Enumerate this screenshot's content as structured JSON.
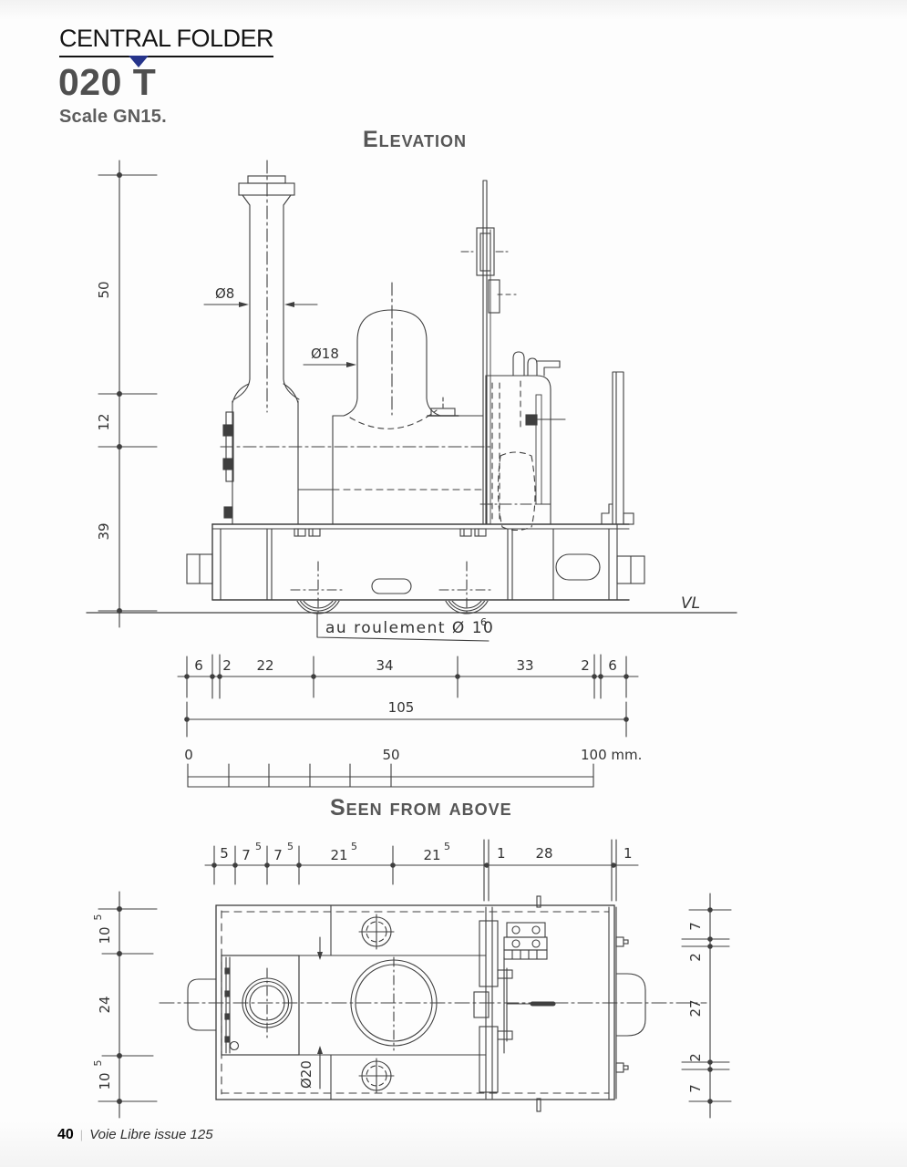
{
  "header": {
    "kicker": "CENTRAL FOLDER",
    "title": "020 T",
    "subtitle": "Scale GN15."
  },
  "colors": {
    "accent_triangle": "#26348b",
    "drawing_ink": "#3f3f3f",
    "title_gray": "#565656"
  },
  "elevation": {
    "title": "Elevation",
    "left_dims": [
      "50",
      "12",
      "39"
    ],
    "chimney_dia_label": "Ø8",
    "dome_dia_label": "Ø18",
    "axle_note": {
      "text": "au roulement Ø 10",
      "sup": "6"
    },
    "rail_mark": "VL",
    "bottom_chain": [
      "6",
      "2",
      "22",
      "34",
      "33",
      "2",
      "6"
    ],
    "overall_length": "105"
  },
  "scale_bar": {
    "zero": "0",
    "fifty": "50",
    "hundred": "100 mm."
  },
  "plan": {
    "title": "Seen from above",
    "top_chain": [
      {
        "main": "5"
      },
      {
        "main": "7",
        "sup": "5"
      },
      {
        "main": "7",
        "sup": "5"
      },
      {
        "main": "21",
        "sup": "5"
      },
      {
        "main": "21",
        "sup": "5"
      },
      {
        "main": "1"
      },
      {
        "main": "28"
      },
      {
        "main": "1"
      }
    ],
    "left_chain": [
      {
        "main": "10",
        "sup": "5"
      },
      {
        "main": "24"
      },
      {
        "main": "10",
        "sup": "5"
      }
    ],
    "right_chain": [
      "7",
      "2",
      "27",
      "2",
      "7"
    ],
    "dome_dia_label": "Ø20"
  },
  "footer": {
    "page_number": "40",
    "separator": "|",
    "magazine": "Voie Libre issue 125"
  }
}
